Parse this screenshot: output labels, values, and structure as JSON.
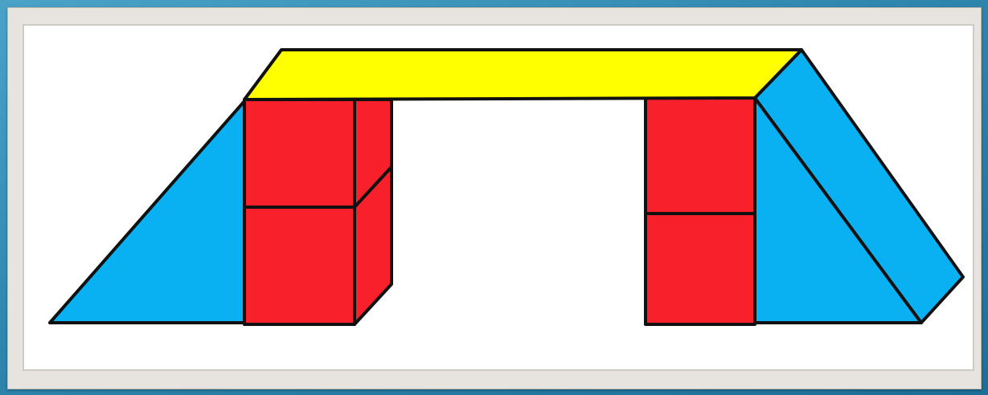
{
  "scene": {
    "description_visible_text": "",
    "colors": {
      "background": "#2f86ad",
      "frame": "#e7e4df",
      "canvas": "#ffffff",
      "red_block": "#f7202b",
      "yellow_beam": "#ffff00",
      "blue_ramp": "#09b0f2",
      "outline": "#111111"
    },
    "shapes": [
      {
        "name": "left-blue-ramp",
        "shape": "triangle",
        "color": "blue"
      },
      {
        "name": "left-lower-red-block",
        "shape": "cube",
        "color": "red"
      },
      {
        "name": "left-upper-red-block",
        "shape": "cube",
        "color": "red"
      },
      {
        "name": "yellow-beam",
        "shape": "rectangular-prism",
        "color": "yellow"
      },
      {
        "name": "right-upper-red-block",
        "shape": "cube",
        "color": "red"
      },
      {
        "name": "right-lower-red-block",
        "shape": "cube",
        "color": "red"
      },
      {
        "name": "right-blue-ramp",
        "shape": "triangular-prism",
        "color": "blue"
      }
    ]
  }
}
